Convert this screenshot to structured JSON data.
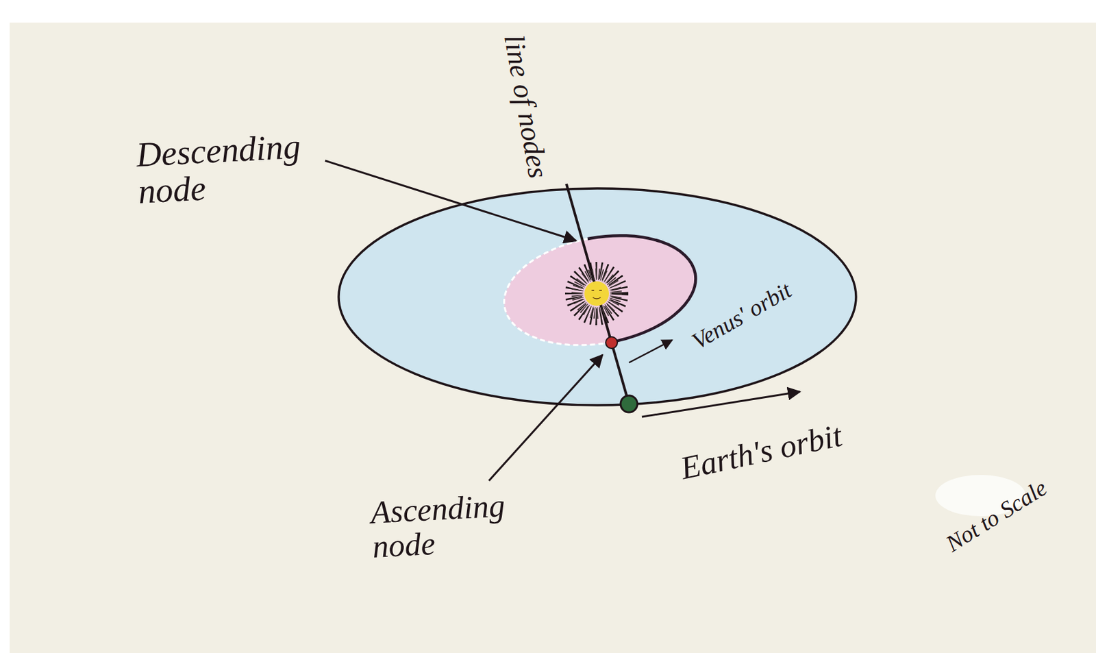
{
  "diagram": {
    "labels": [
      "line of nodes",
      "Descending node",
      "Venus' orbit",
      "Earth's orbit",
      "Ascending node",
      "Not to Scale"
    ]
  }
}
